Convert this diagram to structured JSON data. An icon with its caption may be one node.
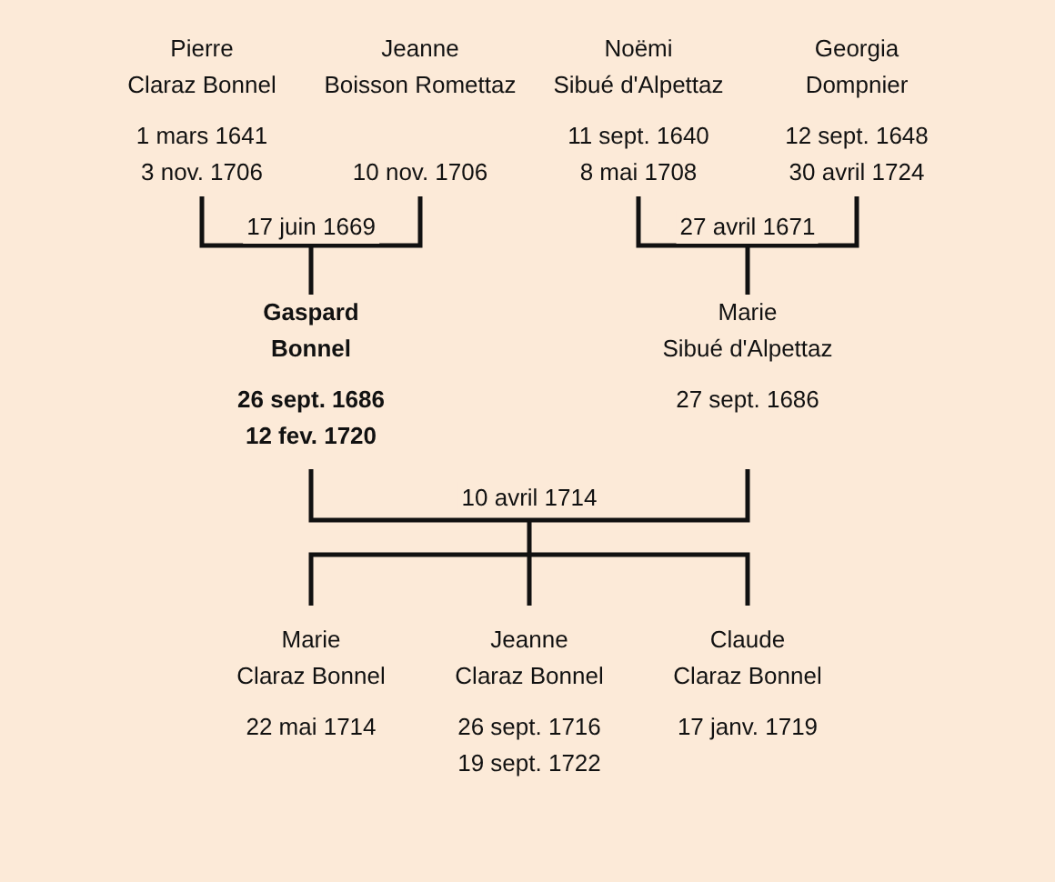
{
  "diagram": {
    "nodes": [
      {
        "text": [
          "Pierre Claraz Bonnel",
          "1 mars 1641 3 nov. 1706"
        ]
      },
      {
        "text": [
          "Jeanne Boisson Romettaz",
          "10 nov. 1706"
        ]
      },
      {
        "text": [
          "Noëmi Sibué d'Alpettaz",
          "11 sept. 1640 8 mai 1708"
        ]
      },
      {
        "text": [
          "Georgia Dompnier",
          "12 sept. 1648 30 avril 1724"
        ]
      },
      {
        "text": [
          "Gaspard Bonnel",
          "26 sept. 1686 12 fev. 1720"
        ]
      },
      {
        "text": [
          "Marie Sibué d'Alpettaz",
          "27 sept. 1686"
        ]
      },
      {
        "text": [
          "Marie Claraz Bonnel",
          "22 mai 1714"
        ]
      },
      {
        "text": [
          "Jeanne Claraz Bonnel",
          "26 sept. 1716 19 sept. 1722"
        ]
      },
      {
        "text": [
          "Claude Claraz Bonnel",
          "17 janv. 1719"
        ]
      }
    ],
    "edges": [
      {
        "from": 0,
        "to": 4,
        "arrow": "none",
        "label": "17 juin 1669"
      },
      {
        "from": 1,
        "to": 4,
        "arrow": "none"
      },
      {
        "from": 2,
        "to": 5,
        "arrow": "none",
        "label": "27 avril 1671"
      },
      {
        "from": 3,
        "to": 5,
        "arrow": "none"
      },
      {
        "from": 4,
        "to": 6,
        "arrow": "none"
      },
      {
        "from": 4,
        "to": 7,
        "arrow": "none",
        "label": "10 avril 1714"
      },
      {
        "from": 4,
        "to": 8,
        "arrow": "none"
      },
      {
        "from": 5,
        "to": 6,
        "arrow": "none"
      },
      {
        "from": 5,
        "to": 7,
        "arrow": "none"
      },
      {
        "from": 5,
        "to": 8,
        "arrow": "none"
      }
    ]
  }
}
